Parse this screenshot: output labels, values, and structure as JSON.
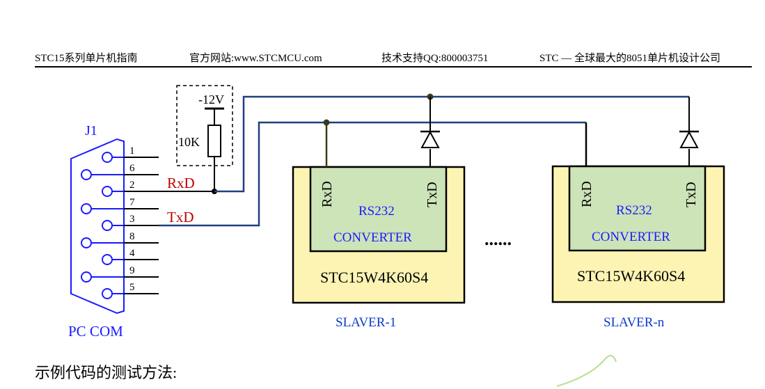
{
  "header": {
    "book_title": "STC15系列单片机指南",
    "website": "官方网站:www.STCMCU.com",
    "support": "技术支持QQ:800003751",
    "tagline": "STC — 全球最大的8051单片机设计公司"
  },
  "diagram": {
    "connector": {
      "label": "J1",
      "caption": "PC COM",
      "pins": [
        "1",
        "6",
        "2",
        "7",
        "3",
        "8",
        "4",
        "9",
        "5"
      ]
    },
    "resistor": {
      "supply": "-12V",
      "value": "10K"
    },
    "signals": {
      "rxd": "RxD",
      "txd": "TxD"
    },
    "slaves": [
      {
        "converter_line1": "RS232",
        "converter_line2": "CONVERTER",
        "pin_rx": "RxD",
        "pin_tx": "TxD",
        "mcu": "STC15W4K60S4",
        "caption": "SLAVER-1"
      },
      {
        "converter_line1": "RS232",
        "converter_line2": "CONVERTER",
        "pin_rx": "RxD",
        "pin_tx": "TxD",
        "mcu": "STC15W4K60S4",
        "caption": "SLAVER-n"
      }
    ],
    "ellipsis": "......",
    "colors": {
      "bus": "#1f3f7f",
      "signal_label": "#c00000",
      "connector": "#1a1aff",
      "caption": "#0a3cc8",
      "converter_fill": "#cde3b8",
      "mcu_fill": "#fdf4b4"
    }
  },
  "body": {
    "text": "示例代码的测试方法:"
  }
}
